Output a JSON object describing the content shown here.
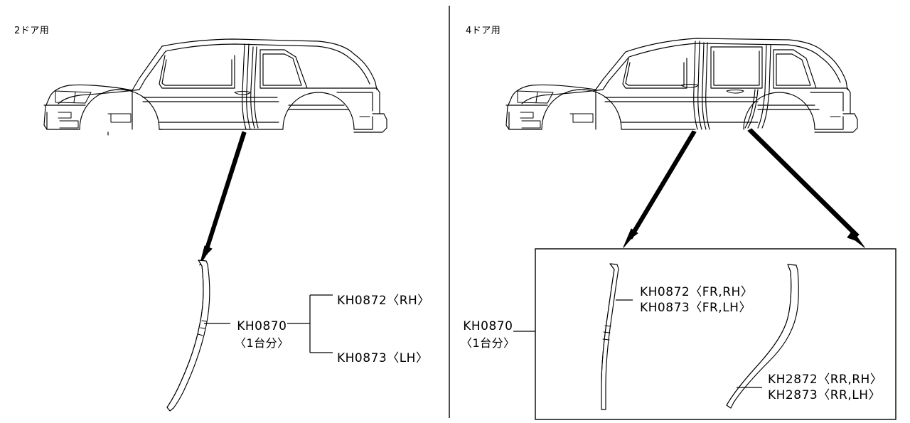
{
  "diagram": {
    "type": "automotive-parts-illustration",
    "subject": "door weatherstrip seals",
    "line_color": "#000000",
    "background_color": "#ffffff"
  },
  "panels": {
    "left": {
      "title": "2ドア用",
      "vehicle": "2-door coupe side view",
      "callouts": {
        "main": {
          "part_number": "KH0870",
          "qualifier": "〈1台分〉"
        },
        "branches": [
          {
            "part_number": "KH0872",
            "side": "〈RH〉",
            "label": "KH0872〈RH〉"
          },
          {
            "part_number": "KH0873",
            "side": "〈LH〉",
            "label": "KH0873〈LH〉"
          }
        ]
      }
    },
    "right": {
      "title": "4ドア用",
      "vehicle": "4-door sedan side view",
      "callouts": {
        "main": {
          "part_number": "KH0870",
          "qualifier": "〈1台分〉"
        },
        "front_door": {
          "line1": "KH0872〈FR,RH〉",
          "line2": "KH0873〈FR,LH〉"
        },
        "rear_door": {
          "line1": "KH2872〈RR,RH〉",
          "line2": "KH2873〈RR,LH〉"
        }
      }
    }
  }
}
